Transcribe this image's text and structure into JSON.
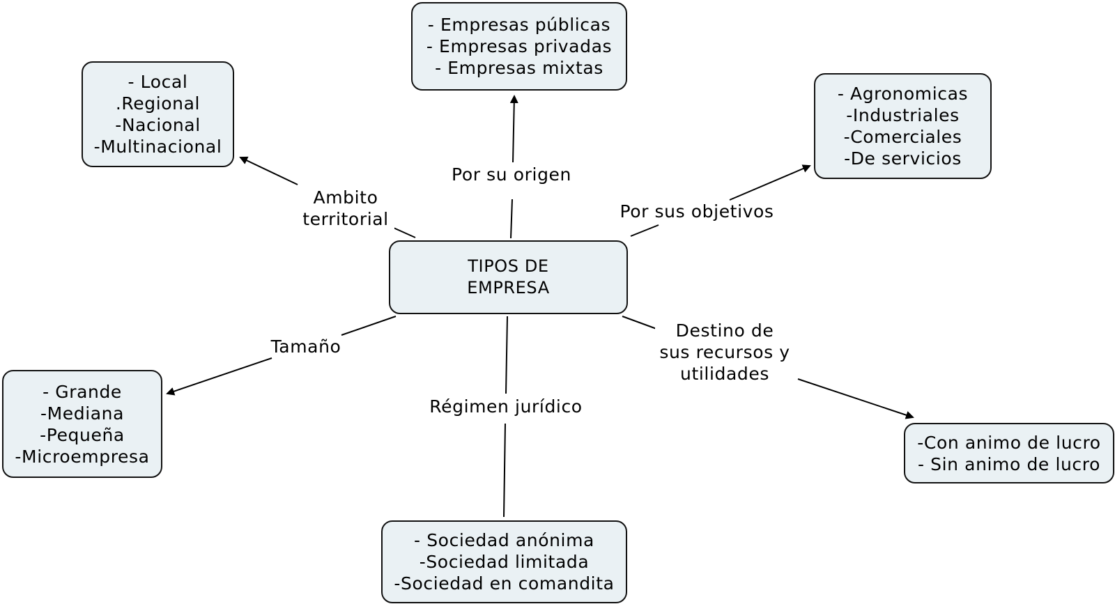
{
  "center": {
    "lines": [
      "TIPOS DE",
      "EMPRESA"
    ]
  },
  "nodes": {
    "origen": {
      "lines": [
        "- Empresas públicas",
        "- Empresas privadas",
        "- Empresas mixtas"
      ]
    },
    "ambito": {
      "lines": [
        "- Local",
        ".Regional",
        "-Nacional",
        "-Multinacional"
      ]
    },
    "objetivos": {
      "lines": [
        "- Agronomicas",
        "-Industriales",
        "-Comerciales",
        "-De servicios"
      ]
    },
    "tamano": {
      "lines": [
        "- Grande",
        "-Mediana",
        "-Pequeña",
        "-Microempresa"
      ]
    },
    "regimen": {
      "lines": [
        "- Sociedad anónima",
        "-Sociedad limitada",
        "-Sociedad en comandita"
      ]
    },
    "lucro": {
      "lines": [
        "-Con animo de lucro",
        "- Sin animo de lucro"
      ]
    }
  },
  "links": {
    "origen": {
      "lines": [
        "Por su origen"
      ]
    },
    "ambito": {
      "lines": [
        "Ambito",
        "territorial"
      ]
    },
    "objetivos": {
      "lines": [
        "Por sus objetivos"
      ]
    },
    "tamano": {
      "lines": [
        "Tamaño"
      ]
    },
    "regimen": {
      "lines": [
        "Régimen jurídico"
      ]
    },
    "lucro": {
      "lines": [
        "Destino de",
        "sus recursos y",
        "utilidades"
      ]
    }
  }
}
